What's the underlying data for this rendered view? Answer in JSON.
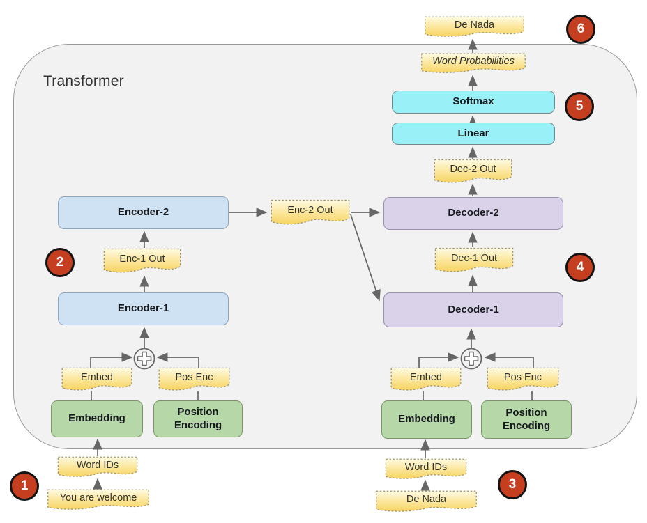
{
  "diagram": {
    "title": "Transformer",
    "badges": {
      "b1": "1",
      "b2": "2",
      "b3": "3",
      "b4": "4",
      "b5": "5",
      "b6": "6"
    },
    "nodes": {
      "encoder1": "Encoder-1",
      "encoder2": "Encoder-2",
      "decoder1": "Decoder-1",
      "decoder2": "Decoder-2",
      "linear": "Linear",
      "softmax": "Softmax",
      "embedding_enc": "Embedding",
      "position_encoding_enc": "Position Encoding",
      "embedding_dec": "Embedding",
      "position_encoding_dec": "Position Encoding"
    },
    "tags": {
      "enc1_out": "Enc-1 Out",
      "enc2_out": "Enc-2 Out",
      "dec1_out": "Dec-1 Out",
      "dec2_out": "Dec-2 Out",
      "embed_enc": "Embed",
      "pos_enc_enc": "Pos Enc",
      "embed_dec": "Embed",
      "pos_enc_dec": "Pos Enc",
      "word_ids_enc": "Word IDs",
      "word_ids_dec": "Word IDs",
      "encoder_input": "You are welcome",
      "decoder_input": "De Nada",
      "word_probabilities": "Word Probabilities",
      "final_output": "De Nada"
    },
    "icons": {
      "add_encoder": "plus-circle",
      "add_decoder": "plus-circle"
    },
    "colors": {
      "canvas_bg": "#ffffff",
      "container_bg": "#f2f2f2",
      "container_border": "#999999",
      "encoder_fill": "#cfe2f3",
      "decoder_fill": "#d9d2e9",
      "output_fill": "#99f0f7",
      "embedding_fill": "#b6d7a8",
      "tag_gradient_top": "#fefae3",
      "tag_gradient_bottom": "#f6d363",
      "badge_fill": "#c53e20",
      "arrow": "#666666"
    }
  }
}
